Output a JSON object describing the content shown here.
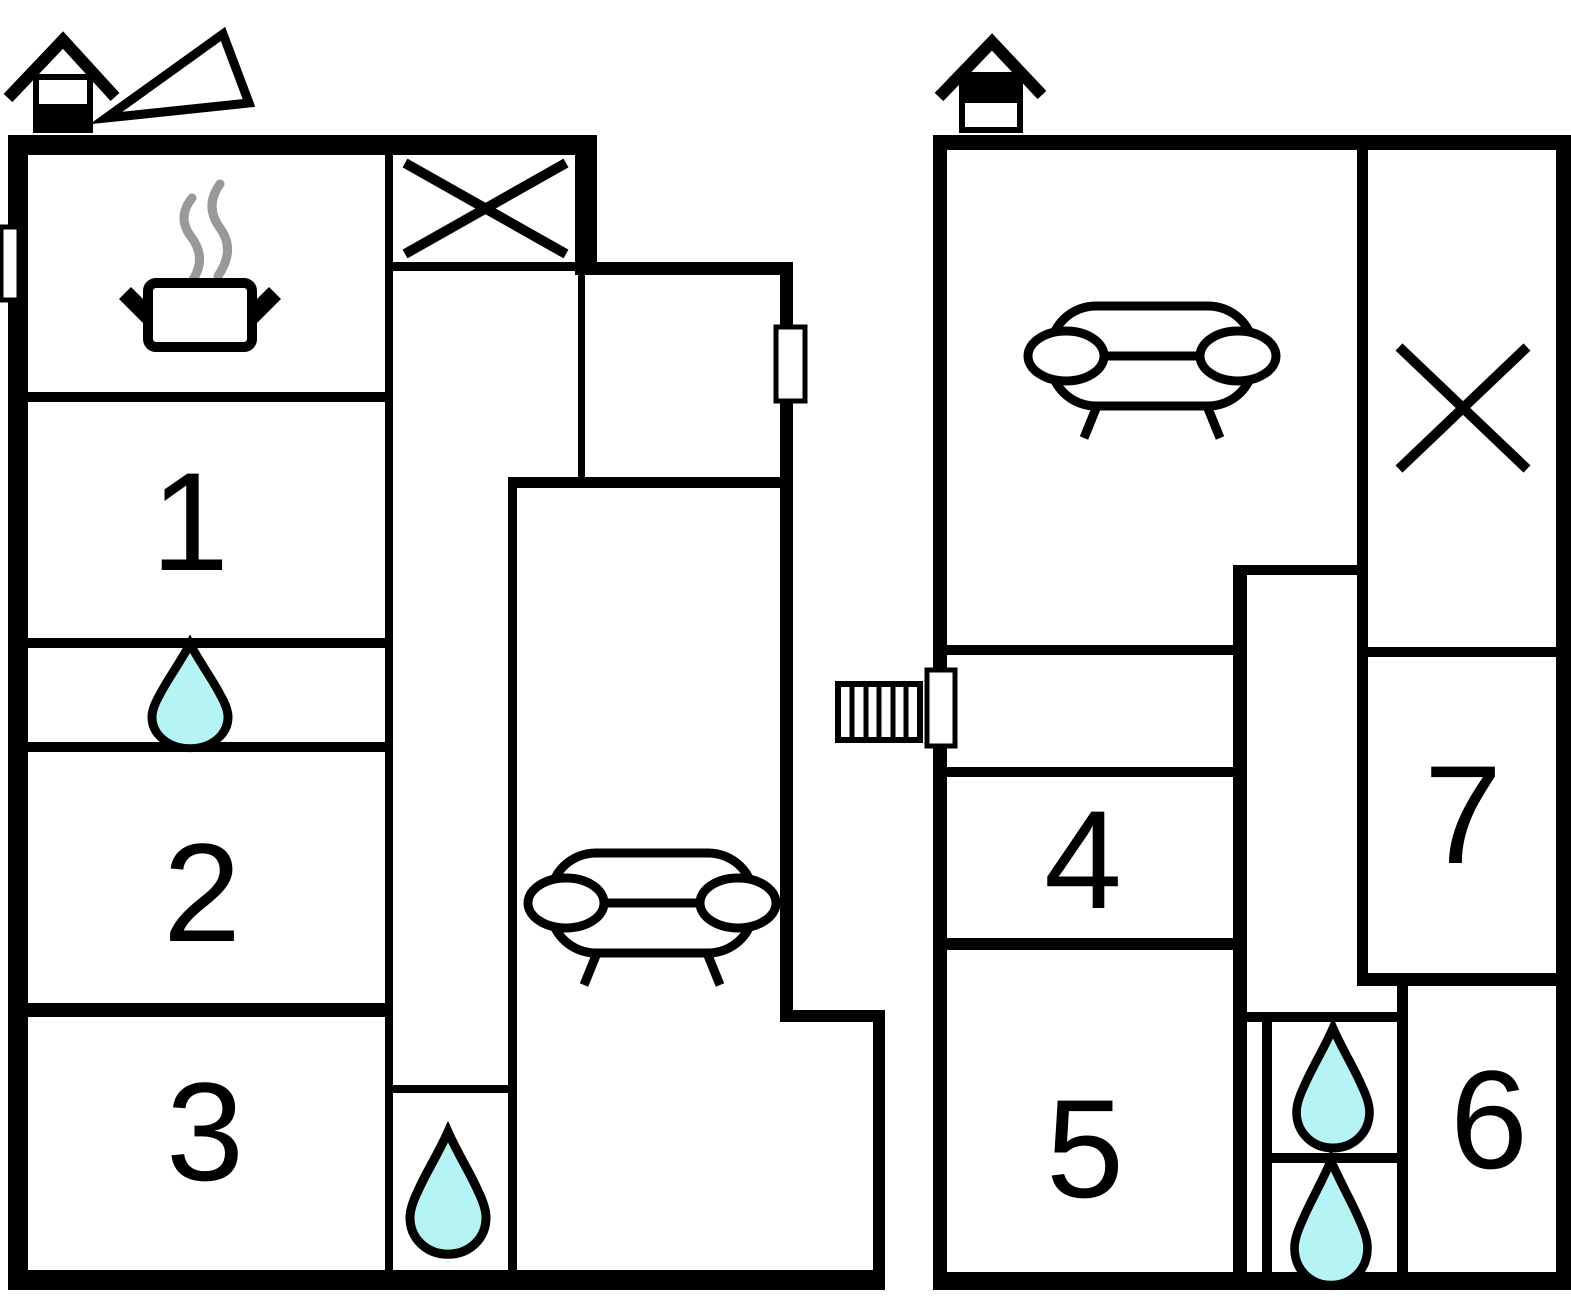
{
  "rooms": [
    {
      "label": "1"
    },
    {
      "label": "2"
    },
    {
      "label": "3"
    },
    {
      "label": "4"
    },
    {
      "label": "5"
    },
    {
      "label": "6"
    },
    {
      "label": "7"
    }
  ],
  "colors": {
    "wall": "#000000",
    "background": "#ffffff",
    "water": "#b5f3f5",
    "steam": "#999999"
  },
  "icons": {
    "water_drop": "water-drop-icon",
    "sofa": "sofa-icon",
    "cooking_pot": "cooking-pot-icon",
    "stairs_cross": "stairs-cross-icon",
    "chimney": "chimney-icon",
    "north_marker": "north-triangle-icon",
    "entrance_steps": "entrance-steps-icon",
    "door": "door-marker",
    "window": "window-marker"
  }
}
